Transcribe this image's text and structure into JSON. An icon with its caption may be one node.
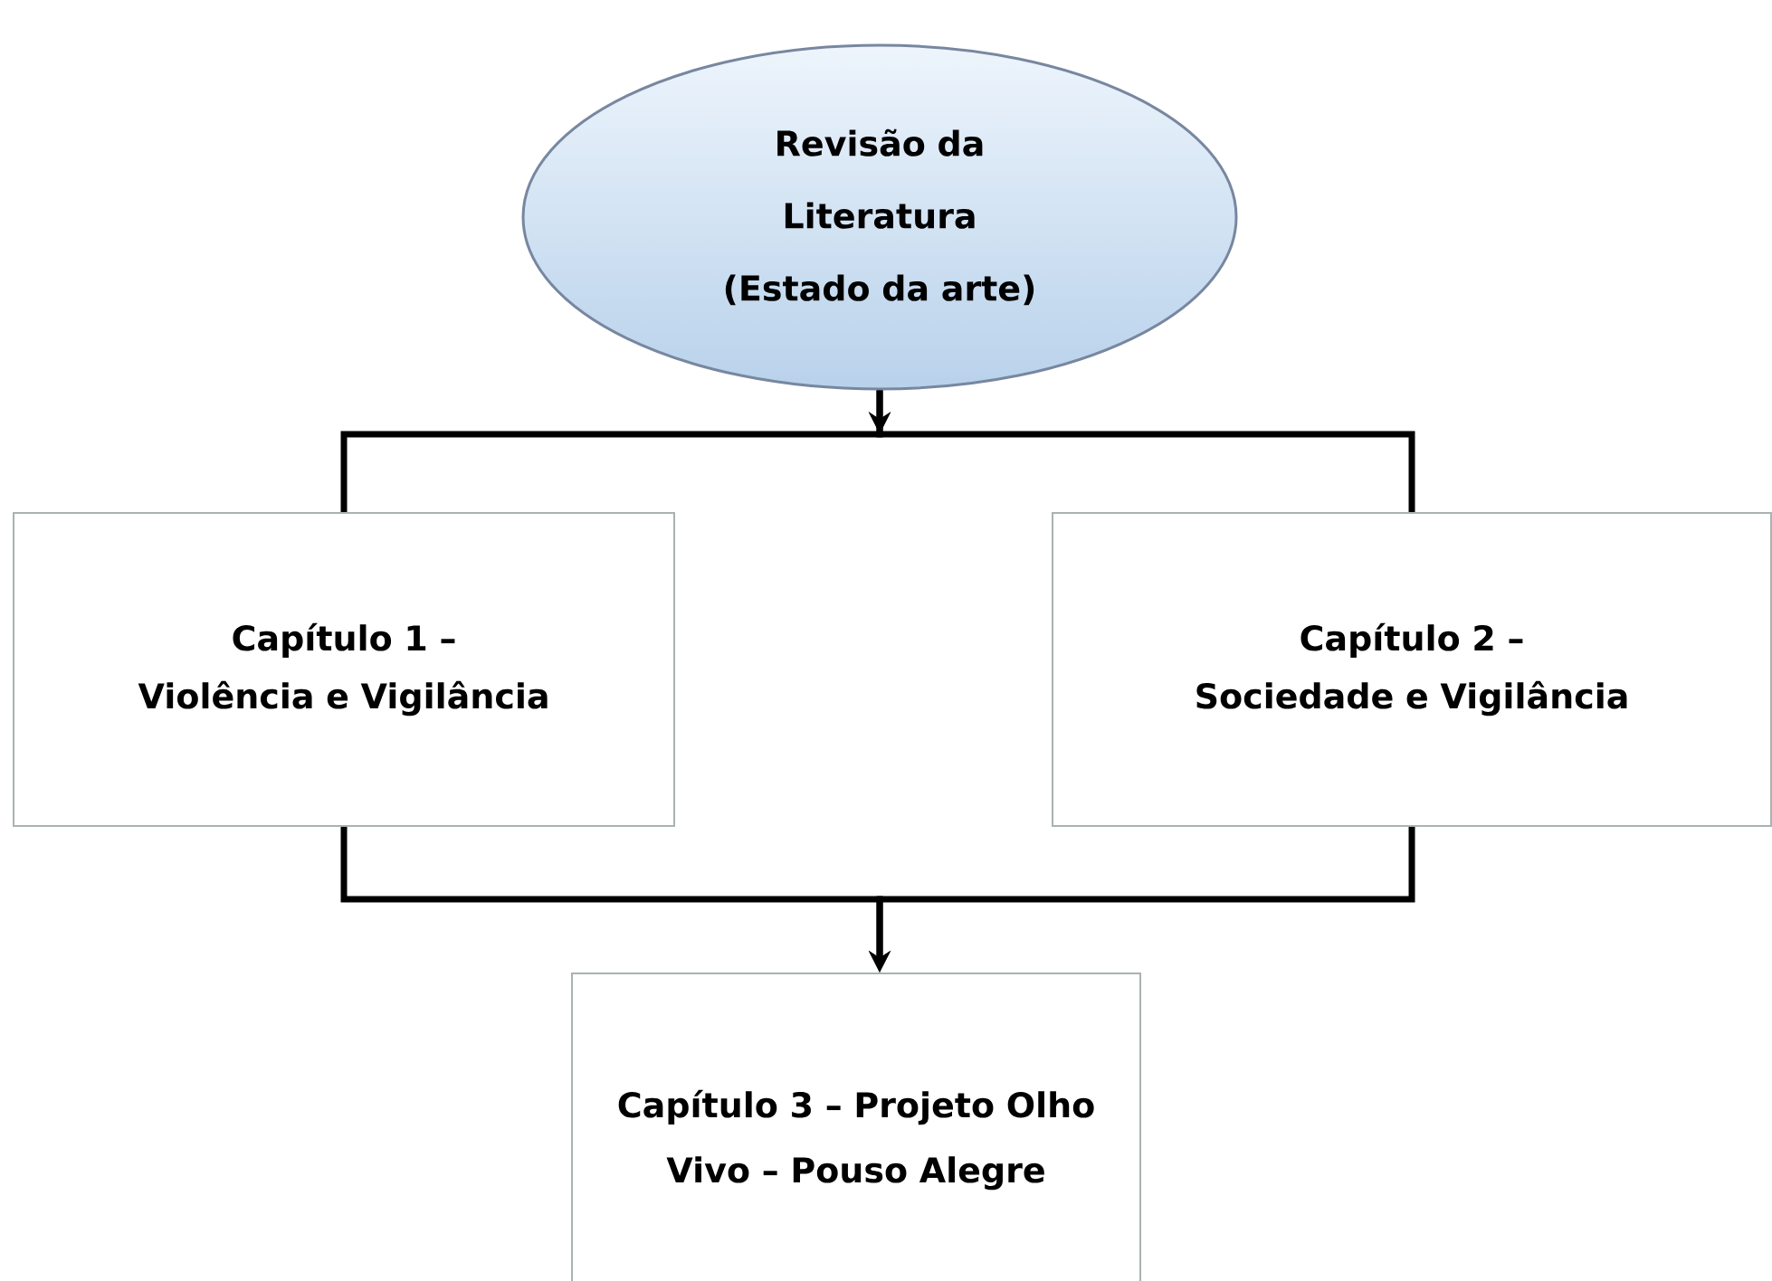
{
  "diagram": {
    "nodes": [
      {
        "text": [
          "Revisão da Literatura (Estado da arte)"
        ]
      },
      {
        "text": [
          "Capítulo 1 – Violência e Vigilância"
        ]
      },
      {
        "text": [
          "Capítulo 2 – Sociedade e Vigilância"
        ]
      },
      {
        "text": [
          "Capítulo 3 – Projeto Olho Vivo – Pouso Alegre"
        ]
      }
    ],
    "edges": [
      {
        "from": 0,
        "to": 1,
        "arrow": "to"
      },
      {
        "from": 0,
        "to": 2,
        "arrow": "to"
      },
      {
        "from": 1,
        "to": 3,
        "arrow": "to"
      },
      {
        "from": 2,
        "to": 3,
        "arrow": "to"
      }
    ]
  }
}
